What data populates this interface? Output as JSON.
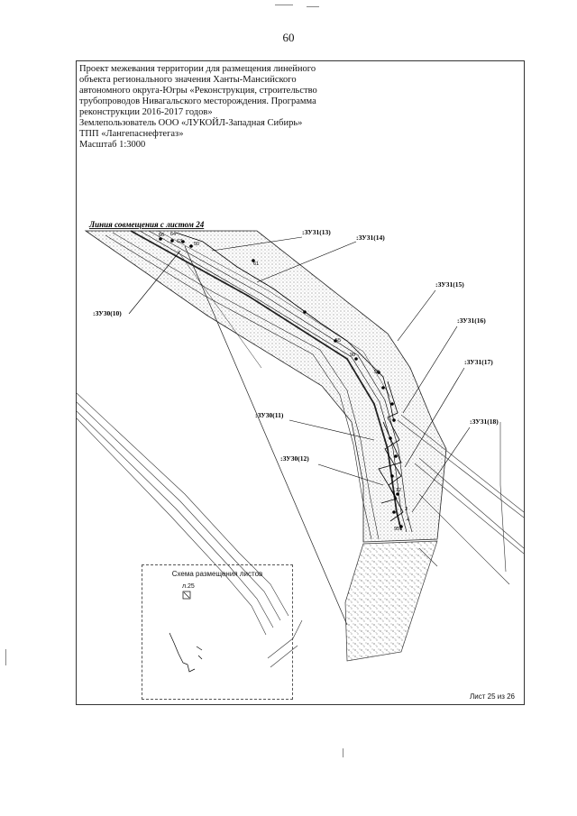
{
  "page_number": "60",
  "title_lines": [
    "Проект межевания территории для размещения линейного",
    "объекта регионального значения Ханты-Мансийского",
    "автономного округа-Югры «Реконструкция, строительство",
    "трубопроводов Нивагальского месторождения. Программа",
    "реконструкции 2016-2017 годов»",
    "Землепользователь ООО «ЛУКОЙЛ-Западная Сибирь»",
    "ТПП «Лангепаснефтегаз»",
    "Масштаб 1:3000"
  ],
  "match_line_label": "Линия совмещения с листом 24",
  "parcel_labels": {
    "zu31_13": ":ЗУ31(13)",
    "zu31_14": ":ЗУ31(14)",
    "zu30_10": ":ЗУ30(10)",
    "zu31_15": ":ЗУ31(15)",
    "zu31_16": ":ЗУ31(16)",
    "zu31_17": ":ЗУ31(17)",
    "zu30_11": ":ЗУ30(11)",
    "zu31_18": ":ЗУ31(18)",
    "zu30_12": ":ЗУ30(12)"
  },
  "point_numbers": {
    "p66": "66",
    "p64": "64",
    "p63": "63",
    "p50": "50",
    "p61": "61",
    "p55": "55",
    "p98": "98",
    "p56": "56",
    "p12": "12",
    "p3": "3",
    "p4": "4",
    "p95": "95"
  },
  "inset": {
    "title": "Схема размещения листов",
    "sheet_label": "л.25"
  },
  "footer": "Лист 25 из 26"
}
